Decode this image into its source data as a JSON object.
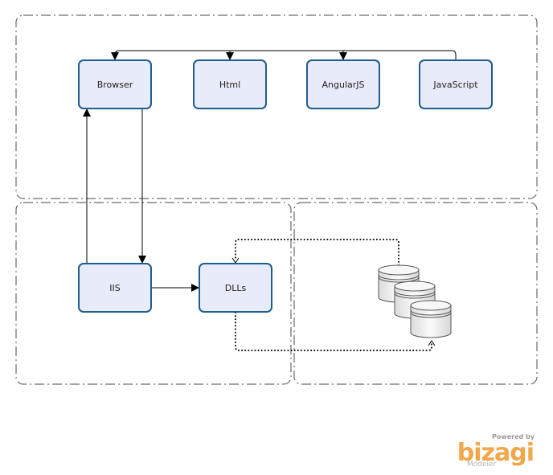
{
  "nodes": {
    "browser": {
      "label": "Browser"
    },
    "html": {
      "label": "Html"
    },
    "angularjs": {
      "label": "AngularJS"
    },
    "javascript": {
      "label": "JavaScript"
    },
    "iis": {
      "label": "IIS"
    },
    "dlls": {
      "label": "DLLs"
    }
  },
  "database_icon": "stacked-database-cylinders-icon",
  "branding": {
    "powered_by": "Powered by",
    "brand": "bizagi",
    "product": "Modeler"
  },
  "colors": {
    "node_fill": "#e8ecfa",
    "node_stroke": "#1f5c8f",
    "lane_stroke": "#6a6a6a",
    "brand_orange": "#f2a74a"
  }
}
